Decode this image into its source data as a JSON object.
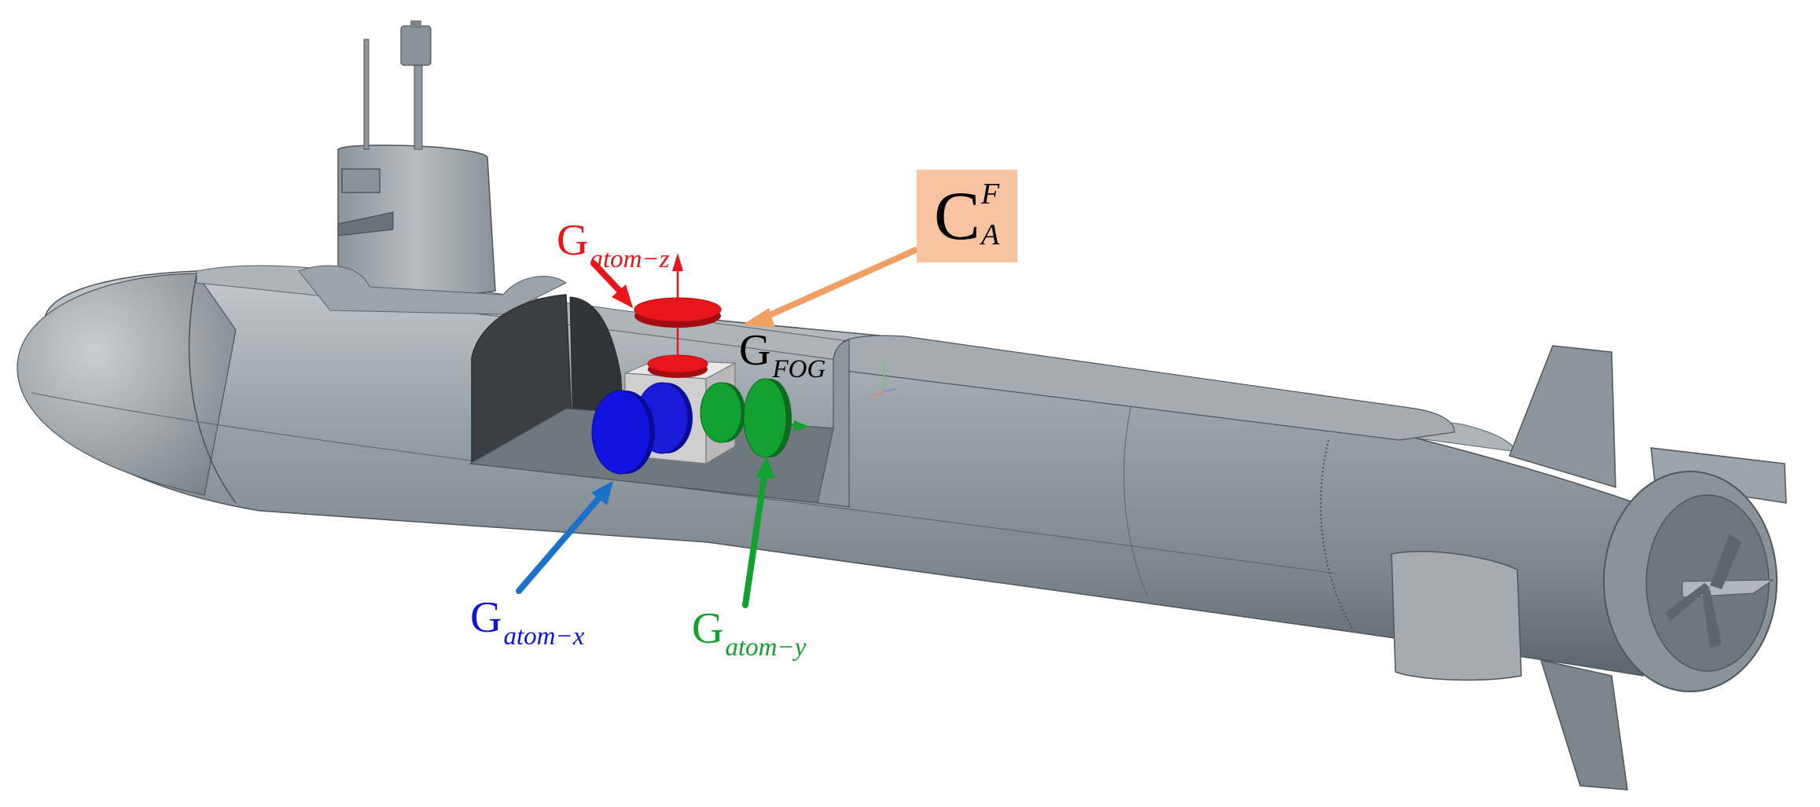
{
  "colors": {
    "hull": "#8d969d",
    "hull_light": "#b9c0c5",
    "hull_dark": "#5c646b",
    "cutout": "#3a3f44",
    "gyro_z": "#e8161b",
    "gyro_x": "#1212e0",
    "gyro_y": "#12a030",
    "arrow_blue": "#1b70c8",
    "arrow_orange": "#f0a062",
    "box_fill": "#f8c3a0",
    "label_black": "#000000"
  },
  "labels": {
    "g_atom_z": {
      "main": "G",
      "sub": "atom−z"
    },
    "g_fog": {
      "main": "G",
      "sub": "FOG"
    },
    "g_atom_x": {
      "main": "G",
      "sub": "atom−x"
    },
    "g_atom_y": {
      "main": "G",
      "sub": "atom−y"
    },
    "c_a_f": {
      "main": "C",
      "sup": "F",
      "sub": "A"
    }
  }
}
